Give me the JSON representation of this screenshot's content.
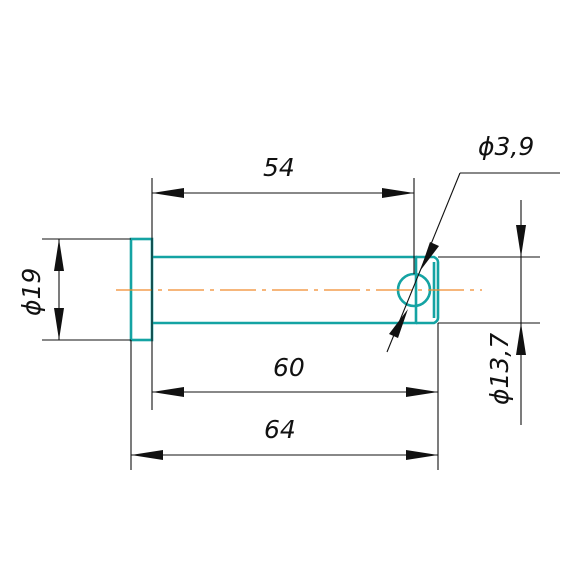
{
  "dimensions": {
    "length_54": "54",
    "length_60": "60",
    "length_64": "64",
    "head_diameter": "ϕ19",
    "shank_diameter": "ϕ13,7",
    "hole_diameter": "ϕ3,9"
  },
  "colors": {
    "part_outline": "#14a3a3",
    "centerline": "#f08a2c",
    "dimension_lines": "#111111",
    "background": "#ffffff"
  }
}
